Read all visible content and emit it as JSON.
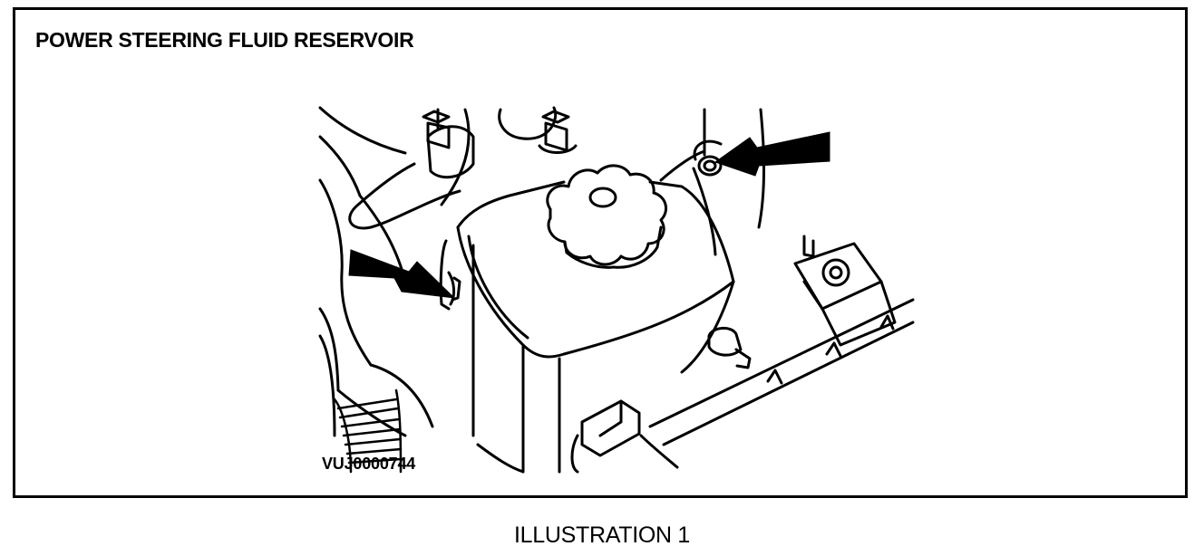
{
  "title": "POWER STEERING FLUID RESERVOIR",
  "figure_id": "VUJ0000744",
  "caption": "ILLUSTRATION 1",
  "labels": {
    "reservoir": "power steering fluid reservoir",
    "cap": "reservoir filler cap",
    "arrows": [
      "left mounting bolt arrow",
      "right mounting bolt arrow"
    ]
  },
  "colors": {
    "line": "#000000",
    "background": "#ffffff"
  }
}
